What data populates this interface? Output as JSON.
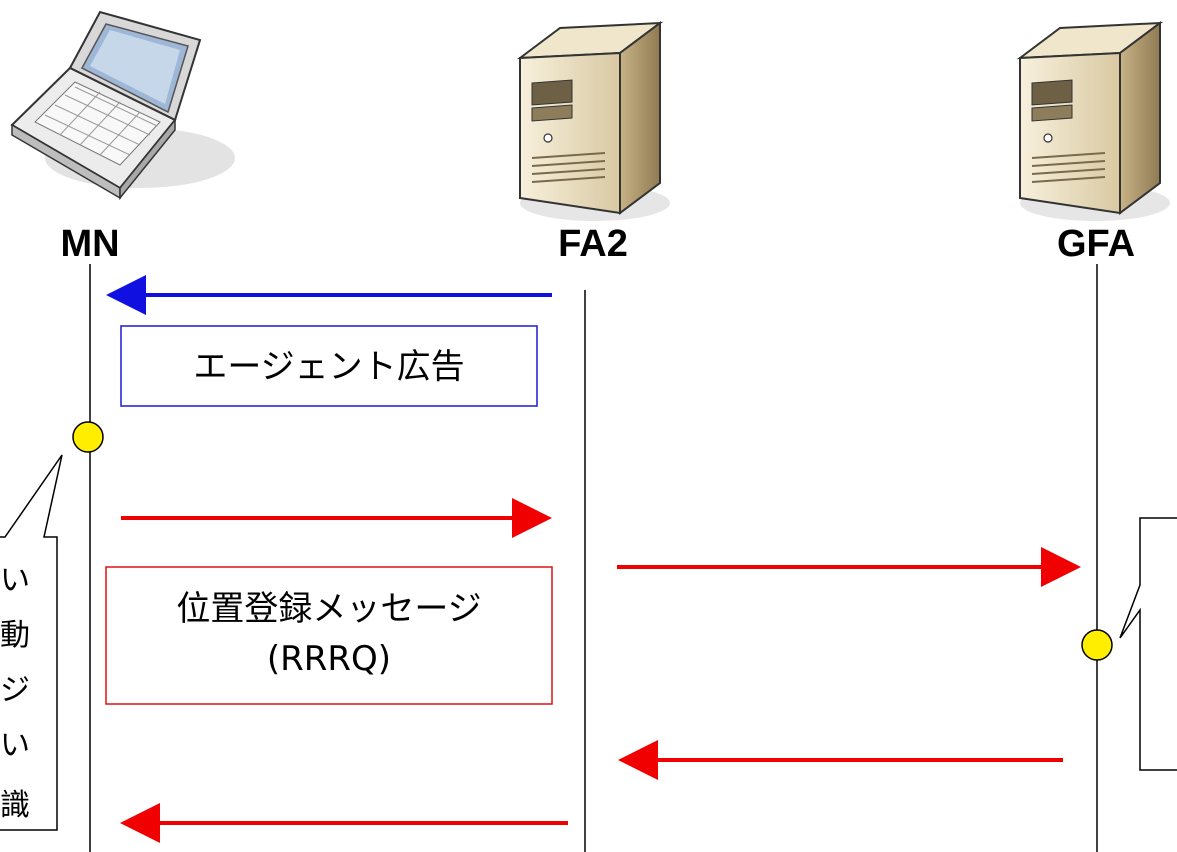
{
  "nodes": [
    {
      "id": "mn",
      "label": "MN",
      "icon": "laptop-icon"
    },
    {
      "id": "fa2",
      "label": "FA2",
      "icon": "server-icon"
    },
    {
      "id": "gfa",
      "label": "GFA",
      "icon": "server-icon"
    }
  ],
  "boxes": {
    "agent_ad": {
      "line1": "エージェント広告",
      "color": "#1a1ad0"
    },
    "registration": {
      "line1": "位置登録メッセージ",
      "line2": "(RRRQ)",
      "color": "#e01010"
    }
  },
  "left_callout": {
    "lines": [
      "い",
      "動",
      "ジ",
      "い",
      "識"
    ]
  },
  "colors": {
    "advertisement_arrow": "#1010e0",
    "registration_arrow": "#f00000",
    "event_marker": "#ffee00"
  }
}
